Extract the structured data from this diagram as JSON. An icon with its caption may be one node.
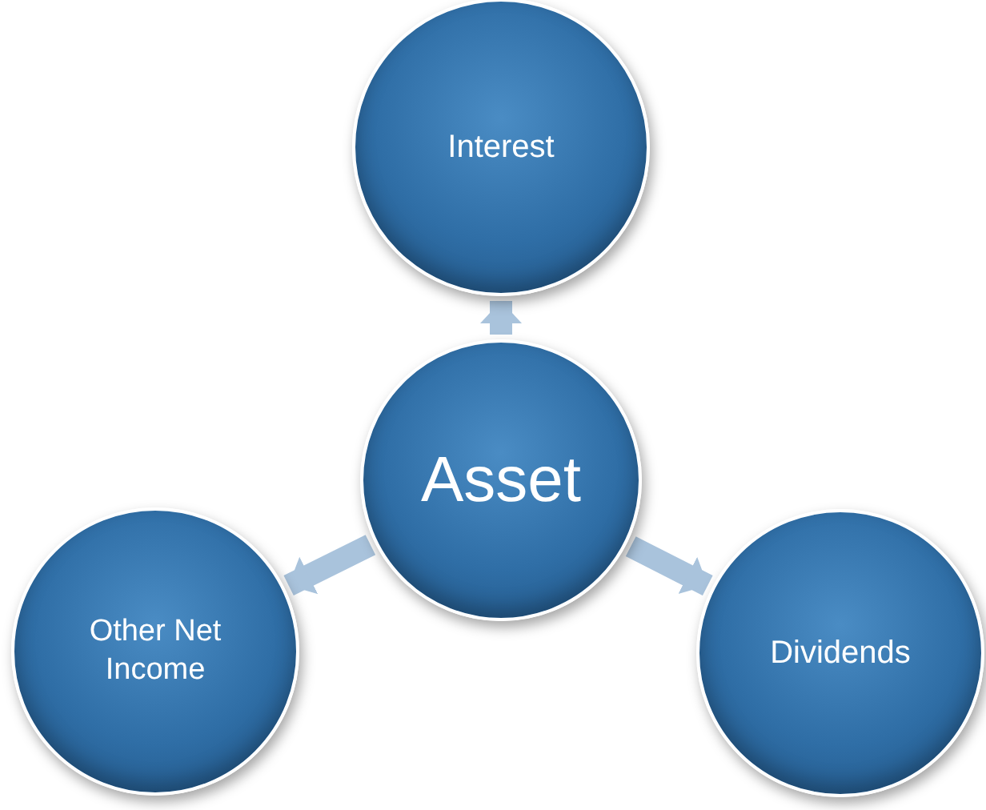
{
  "diagram": {
    "nodes": [
      {
        "text": [
          "Interest"
        ]
      },
      {
        "text": [
          "Asset"
        ]
      },
      {
        "text": [
          "Other Net Income"
        ]
      },
      {
        "text": [
          "Dividends"
        ]
      }
    ],
    "edges": [
      {
        "from": 1,
        "to": 0,
        "arrow": "to"
      },
      {
        "from": 1,
        "to": 2,
        "arrow": "to"
      },
      {
        "from": 1,
        "to": 3,
        "arrow": "to"
      }
    ]
  }
}
